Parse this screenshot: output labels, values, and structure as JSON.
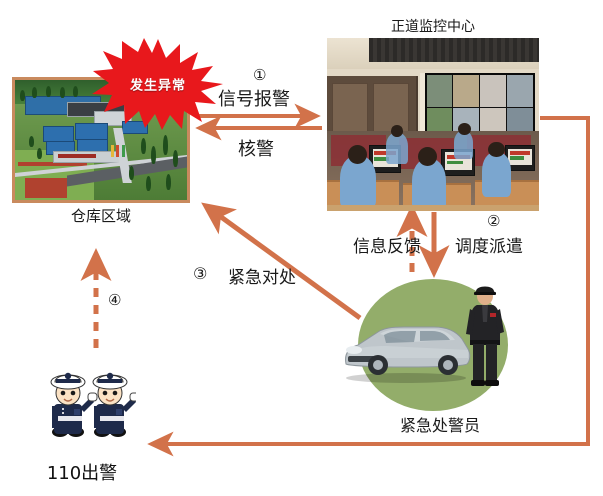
{
  "diagram": {
    "title_visible": false,
    "accent_color": "#D2724A",
    "burst_color": "#E8181C",
    "photo_border_color": "#C98A5E",
    "responder_circle_color": "#93AD6A"
  },
  "nodes": {
    "warehouse": {
      "caption": "仓库区域",
      "alarm_badge": "发生异常",
      "photo_alt_name": "warehouse-aerial-photo"
    },
    "monitoring_center": {
      "title": "正道监控中心",
      "photo_alt_name": "monitoring-center-photo"
    },
    "responder": {
      "caption": "紧急处警员",
      "photo_alt_name": "police-car-and-officer"
    },
    "police110": {
      "caption": "110出警",
      "photo_alt_name": "saluting-police-cartoon"
    }
  },
  "flows": [
    {
      "step": "①",
      "label": "信号报警",
      "from": "warehouse",
      "to": "monitoring_center",
      "style": "solid"
    },
    {
      "step": "",
      "label": "核警",
      "from": "monitoring_center",
      "to": "warehouse",
      "style": "solid"
    },
    {
      "step": "②",
      "label": "调度派遣",
      "from": "monitoring_center",
      "to": "responder",
      "style": "solid"
    },
    {
      "step": "",
      "label": "信息反馈",
      "from": "responder",
      "to": "monitoring_center",
      "style": "dashed"
    },
    {
      "step": "③",
      "label": "紧急对处",
      "from": "responder",
      "to": "warehouse",
      "style": "solid"
    },
    {
      "step": "④",
      "label": "",
      "from": "police110",
      "to": "warehouse",
      "style": "dashed"
    }
  ],
  "labels": {
    "step1": "①",
    "signal_alarm": "信号报警",
    "verify": "核警",
    "step2": "②",
    "dispatch": "调度派遣",
    "feedback": "信息反馈",
    "step3": "③",
    "emergency_handling": "紧急对处",
    "step4": "④"
  }
}
